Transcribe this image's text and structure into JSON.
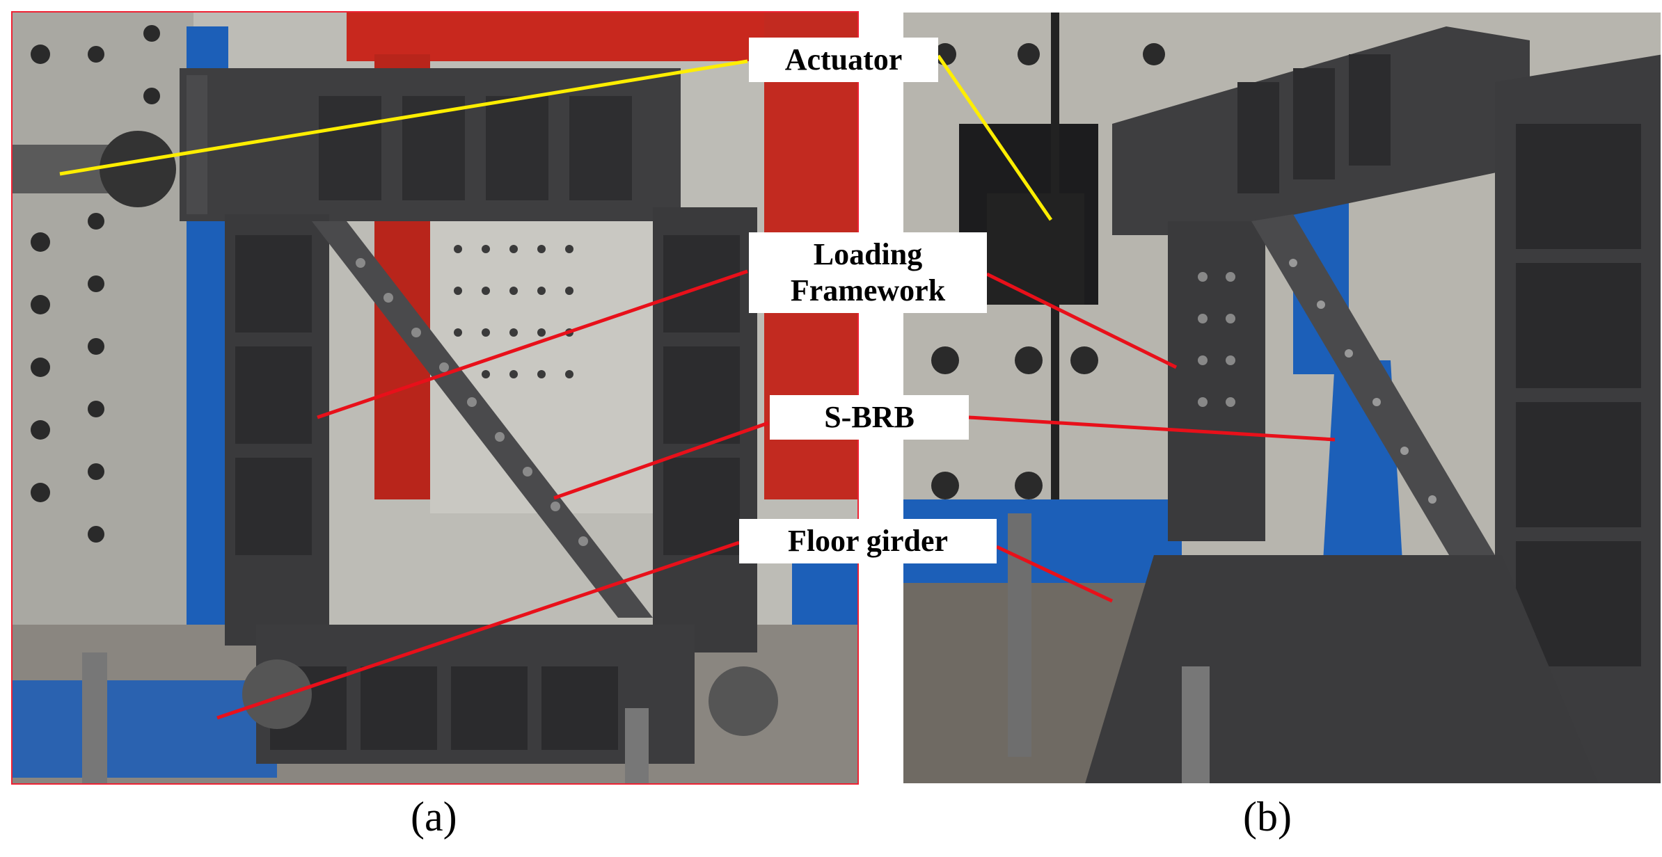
{
  "callouts": {
    "actuator": "Actuator",
    "loading_line1": "Loading",
    "loading_line2": "Framework",
    "sbrb": "S-BRB",
    "floor_girder": "Floor girder"
  },
  "panels": {
    "a": "(a)",
    "b": "(b)"
  },
  "colors": {
    "leader_actuator": "#ffee00",
    "leader_other": "#e8101a",
    "frame_a_border": "#e23",
    "steel": "#3a3a3c",
    "wall": "#b8b7b1",
    "red_frame": "#c8281e",
    "blue_column": "#1c5fb8"
  }
}
